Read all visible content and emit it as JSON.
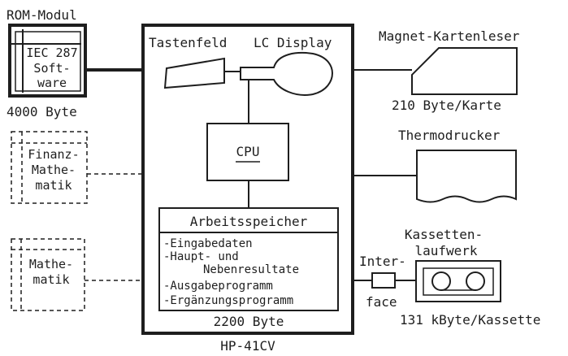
{
  "ink": "#1e1e1e",
  "background": "#ffffff",
  "rom_module": {
    "title": "ROM-Modul",
    "line1": "IEC 287",
    "line2": "Soft-",
    "line3": "ware",
    "size": "4000 Byte"
  },
  "finanz": {
    "line1": "Finanz-",
    "line2": "Mathe-",
    "line3": "matik"
  },
  "mathematik": {
    "line1": "Mathe-",
    "line2": "matik"
  },
  "main": {
    "keyboard": "Tastenfeld",
    "display": "LC Display",
    "cpu": "CPU",
    "memory_title": "Arbeitsspeicher",
    "memory_items": [
      "-Eingabedaten",
      "-Haupt- und",
      "Nebenresultate",
      "-Ausgabeprogramm",
      "-Ergänzungsprogramm"
    ],
    "memory_size": "2200 Byte",
    "model": "HP-41CV"
  },
  "card_reader": {
    "title": "Magnet-Kartenleser",
    "capacity": "210 Byte/Karte"
  },
  "printer": {
    "title": "Thermodrucker"
  },
  "interface": {
    "line1": "Inter-",
    "line2": "face"
  },
  "cassette": {
    "line1": "Kassetten-",
    "line2": "laufwerk",
    "capacity": "131 kByte/Kassette"
  }
}
